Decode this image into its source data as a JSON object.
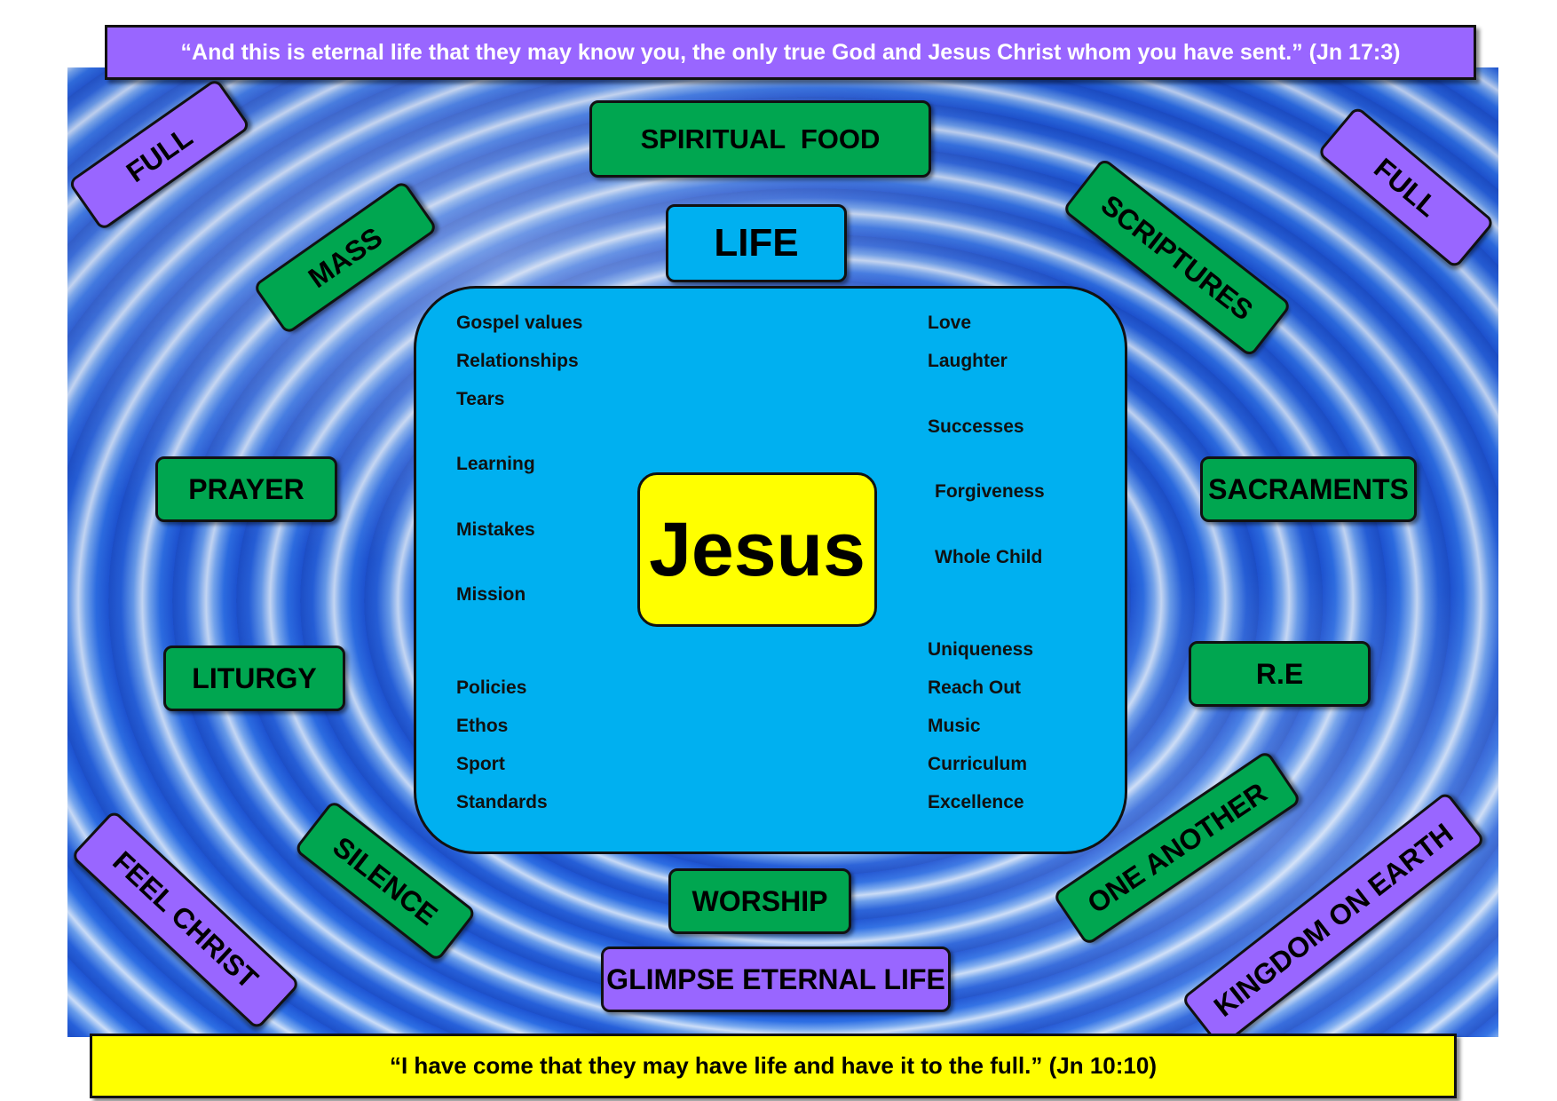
{
  "top_quote": "“And this is eternal life that they may know you, the only true God and Jesus Christ whom you have sent.” (Jn 17:3)",
  "bottom_quote": "“I have come that they may have life and have it to the full.” (Jn 10:10)",
  "center": "Jesus",
  "life_label": "LIFE",
  "tags": {
    "spiritual_food": "SPIRITUAL  FOOD",
    "mass": "MASS",
    "scriptures": "SCRIPTURES",
    "full_left": "FULL",
    "full_right": "FULL",
    "prayer": "PRAYER",
    "sacraments": "SACRAMENTS",
    "liturgy": "LITURGY",
    "re": "R.E",
    "silence": "SILENCE",
    "one_another": "ONE ANOTHER",
    "feel_christ": "FEEL CHRIST",
    "kingdom_on_earth": "KINGDOM ON EARTH",
    "worship": "WORSHIP",
    "glimpse_eternal_life": "GLIMPSE ETERNAL LIFE"
  },
  "left_items": [
    "Gospel values",
    "Relationships",
    "Tears",
    "Learning",
    "Mistakes",
    "Mission",
    "Policies",
    "Ethos",
    "Sport",
    "Standards"
  ],
  "right_items": [
    "Love",
    "Laughter",
    "Successes",
    "Forgiveness",
    "Whole Child",
    "Uniqueness",
    "Reach Out",
    "Music",
    "Curriculum",
    "Excellence"
  ],
  "colors": {
    "green": "#00a650",
    "purple": "#9966ff",
    "cyan": "#00b0f0",
    "yellow": "#ffff00"
  }
}
